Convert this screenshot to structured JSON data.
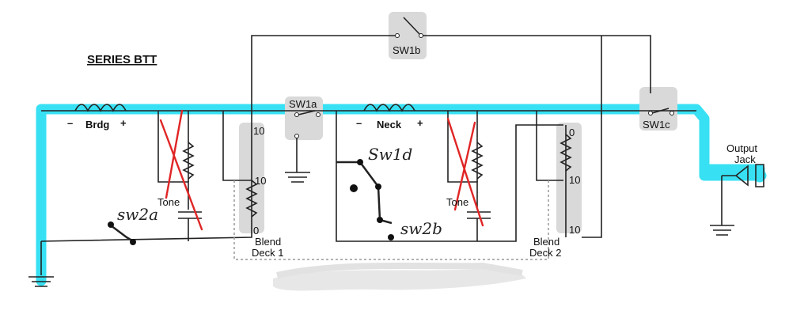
{
  "diagram": {
    "title": "SERIES BTT",
    "pickups": [
      {
        "id": "bridge",
        "label": "Brdg",
        "minus": "–",
        "plus": "+"
      },
      {
        "id": "neck",
        "label": "Neck",
        "minus": "–",
        "plus": "+"
      }
    ],
    "switches": {
      "sw1a": "SW1a",
      "sw1b": "SW1b",
      "sw1c": "SW1c",
      "sw1d_hand": "Sw1d",
      "sw2a_hand": "sw2a",
      "sw2b_hand": "sw2b"
    },
    "tone_labels": [
      "Tone",
      "Tone"
    ],
    "blend_deck1": {
      "line1": "Blend",
      "line2": "Deck 1",
      "top": "10",
      "mid": "10",
      "bottom": "0"
    },
    "blend_deck2": {
      "line1": "Blend",
      "line2": "Deck 2",
      "top": "0",
      "mid": "10",
      "bottom": "10"
    },
    "output": {
      "line1": "Output",
      "line2": "Jack"
    },
    "colors": {
      "highlight": "#22ddf2",
      "cross": "#e02525",
      "switch_box": "#d9d9d9"
    }
  }
}
